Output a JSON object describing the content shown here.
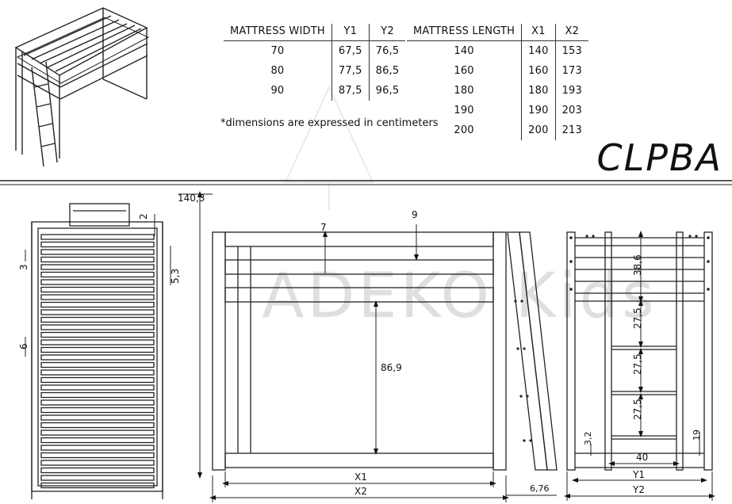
{
  "table_width": {
    "headers": [
      "MATTRESS WIDTH",
      "Y1",
      "Y2"
    ],
    "rows": [
      [
        "70",
        "67,5",
        "76,5"
      ],
      [
        "80",
        "77,5",
        "86,5"
      ],
      [
        "90",
        "87,5",
        "96,5"
      ]
    ]
  },
  "table_length": {
    "headers": [
      "MATTRESS LENGTH",
      "X1",
      "X2"
    ],
    "rows": [
      [
        "140",
        "140",
        "153"
      ],
      [
        "160",
        "160",
        "173"
      ],
      [
        "180",
        "180",
        "193"
      ],
      [
        "190",
        "190",
        "203"
      ],
      [
        "200",
        "200",
        "213"
      ]
    ]
  },
  "note": "*dimensions are expressed in centimeters",
  "model_code": "CLPBA",
  "watermark": "ADEKO Kids",
  "dimensions": {
    "height_total": "140,3",
    "slat_gap_top": "2",
    "slat_width": "3",
    "slat_spacing": "6",
    "side_offset": "5,3",
    "rail_gap_7": "7",
    "rail_gap_9": "9",
    "underbed_height": "86,9",
    "length_inner": "X1",
    "length_outer": "X2",
    "ladder_depth": "6,76",
    "ladder_step_top": "38,6",
    "ladder_step_1": "27,5",
    "ladder_step_2": "27,5",
    "ladder_step_3": "27,5",
    "ladder_width": "40",
    "foot_height_left": "3,2",
    "foot_height_right": "19",
    "width_inner": "Y1",
    "width_outer": "Y2"
  }
}
